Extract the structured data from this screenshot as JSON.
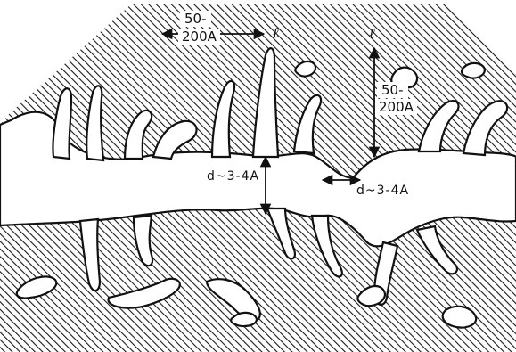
{
  "diagram": {
    "pore_length_top": {
      "line1": "50-",
      "line2": "200A",
      "end_mark": "ℓ"
    },
    "pore_length_right": {
      "mark": "ℓ",
      "line1": "50-",
      "line2": "200A"
    },
    "channel_diameter_left": "d~3-4A",
    "channel_diameter_right": "d~3-4A"
  },
  "colors": {
    "hatch": "#1a1a1a",
    "background": "#ffffff",
    "pore": "#ffffff",
    "outline": "#111111"
  }
}
